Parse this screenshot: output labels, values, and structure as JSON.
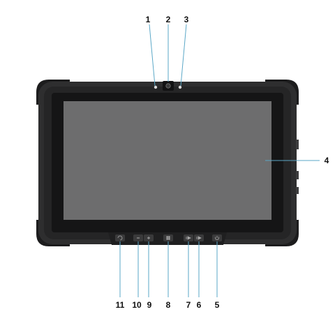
{
  "callouts": {
    "c1": "1",
    "c2": "2",
    "c3": "3",
    "c4": "4",
    "c5": "5",
    "c6": "6",
    "c7": "7",
    "c8": "8",
    "c9": "9",
    "c10": "10",
    "c11": "11"
  },
  "colors": {
    "body": "#2b2b2c",
    "bumper": "#1c1c1d",
    "bezel": "#141415",
    "screen": "#6d6d6e",
    "button": "#3a3a3b",
    "leader": "#5aa7c7",
    "label": "#111111"
  },
  "icons": {
    "b11": "rotation-lock-icon",
    "b10": "volume-down-icon",
    "b9": "volume-up-icon",
    "b8": "windows-home-icon",
    "b7": "programmable-button-1-icon",
    "b6": "programmable-button-2-icon",
    "b5": "power-icon"
  }
}
